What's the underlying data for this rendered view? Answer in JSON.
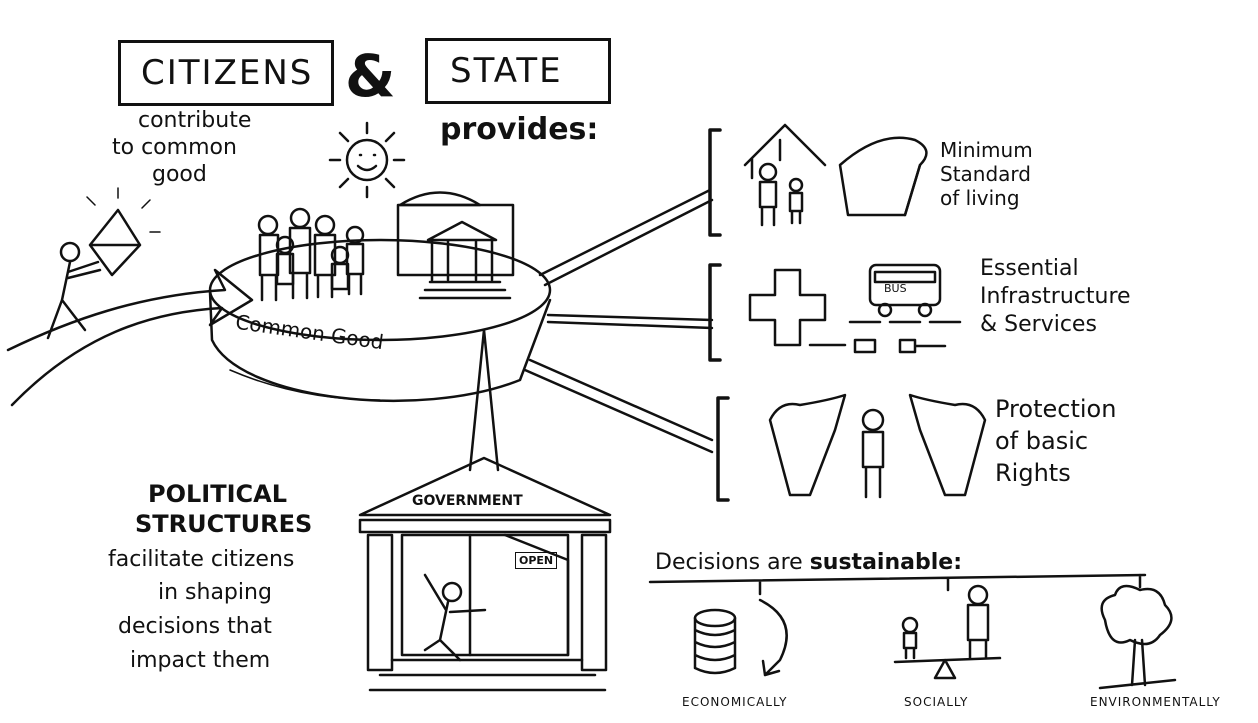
{
  "title": {
    "left": "CITIZENS",
    "amp": "&",
    "right": "STATE"
  },
  "citizens_note": [
    "contribute",
    "to common",
    "good"
  ],
  "provides_label": "provides:",
  "common_good_label": "Common Good",
  "provisions": [
    {
      "lines": [
        "Minimum",
        "Standard",
        "of living"
      ],
      "icon": "house-bread-icon"
    },
    {
      "lines": [
        "Essential",
        "Infrastructure",
        "& Services"
      ],
      "icon": "hospital-bus-icon"
    },
    {
      "lines": [
        "Protection",
        "of basic",
        "Rights"
      ],
      "icon": "protecting-hands-icon"
    }
  ],
  "bus_label": "BUS",
  "government_label": "GOVERNMENT",
  "open_label": "OPEN",
  "political": {
    "heading": [
      "POLITICAL",
      "STRUCTURES"
    ],
    "lines": [
      "facilitate citizens",
      "in shaping",
      "decisions that",
      "impact them"
    ]
  },
  "decisions": {
    "prefix": "Decisions are",
    "bold": "sustainable",
    "suffix": ":"
  },
  "pillars": [
    "ECONOMICALLY",
    "SOCIALLY",
    "ENVIRONMENTALLY"
  ]
}
